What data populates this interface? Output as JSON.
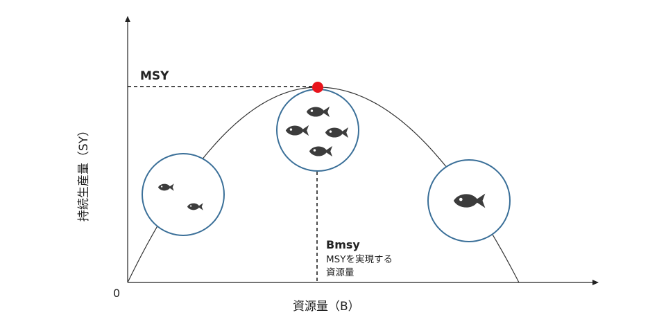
{
  "axes": {
    "origin_label": "0",
    "x_label": "資源量（B）",
    "y_label": "持続生産量（SY）"
  },
  "msy": {
    "label": "MSY",
    "point_color": "#e8141c"
  },
  "bmsy": {
    "label": "Bmsy",
    "desc_line1": "MSYを実現する",
    "desc_line2": "資源量"
  },
  "colors": {
    "curve": "#333333",
    "circle_stroke": "#3a6f98",
    "fish": "#3c3c3c"
  },
  "circles": [
    {
      "name": "low-biomass",
      "fish_count": 2
    },
    {
      "name": "msy-biomass",
      "fish_count": 4
    },
    {
      "name": "high-biomass",
      "fish_count": 1
    }
  ]
}
